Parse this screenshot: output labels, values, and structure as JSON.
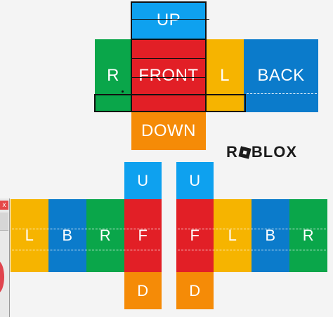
{
  "shirt_template": {
    "up": "UP",
    "r": "R",
    "front": "FRONT",
    "l": "L",
    "back": "BACK",
    "down": "DOWN"
  },
  "logo": {
    "prefix": "R",
    "suffix": "BLOX"
  },
  "left_arm": {
    "top": "U",
    "faces": [
      "L",
      "B",
      "R",
      "F"
    ],
    "bottom": "D"
  },
  "right_arm": {
    "top": "U",
    "faces": [
      "F",
      "L",
      "B",
      "R"
    ],
    "bottom": "D"
  },
  "side_window": {
    "close_glyph": "x"
  },
  "colors": {
    "green": "#0aa64a",
    "blue": "#0b7bcb",
    "sky_blue": "#0ea1ef",
    "red": "#e21f26",
    "yellow": "#f6b400",
    "orange": "#f58b07"
  }
}
